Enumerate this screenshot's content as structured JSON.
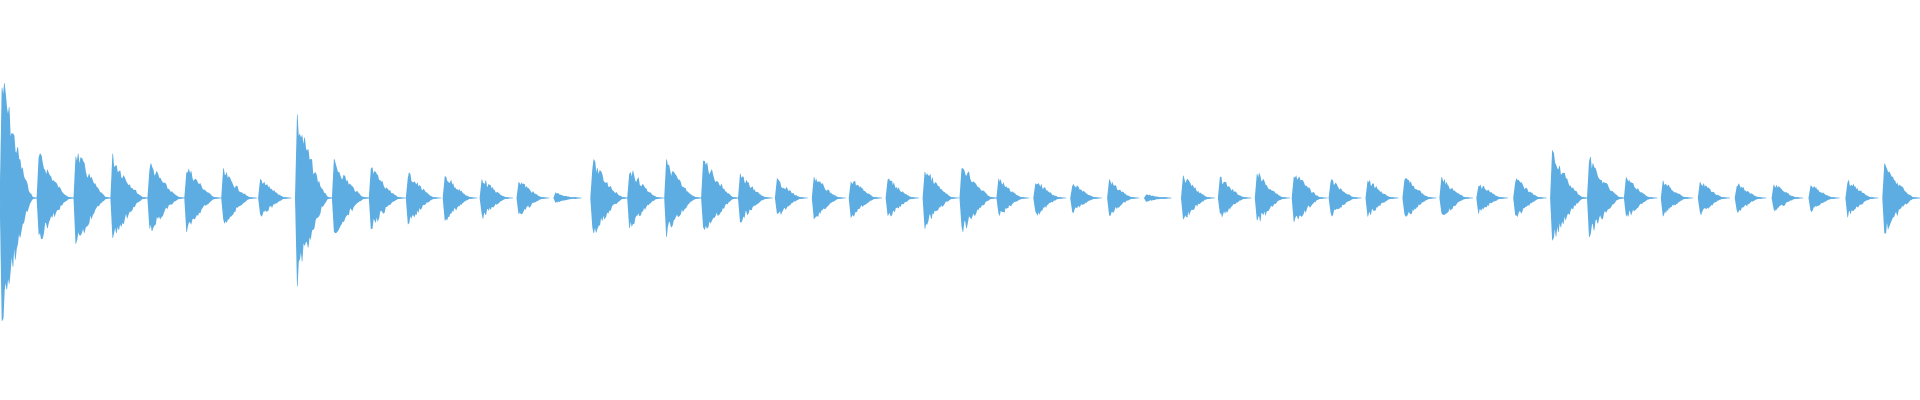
{
  "waveform": {
    "color": "#5DADE2",
    "background": "#ffffff",
    "transients": [
      {
        "amp": 0.72
      },
      {
        "amp": 0.26
      },
      {
        "amp": 0.29
      },
      {
        "amp": 0.25
      },
      {
        "amp": 0.21
      },
      {
        "amp": 0.19
      },
      {
        "amp": 0.16
      },
      {
        "amp": 0.12
      },
      {
        "amp": 0.48
      },
      {
        "amp": 0.22
      },
      {
        "amp": 0.18
      },
      {
        "amp": 0.15
      },
      {
        "amp": 0.14
      },
      {
        "amp": 0.12
      },
      {
        "amp": 0.11
      },
      {
        "amp": 0.03
      },
      {
        "amp": 0.22
      },
      {
        "amp": 0.18
      },
      {
        "amp": 0.21
      },
      {
        "amp": 0.24
      },
      {
        "amp": 0.14
      },
      {
        "amp": 0.11
      },
      {
        "amp": 0.13
      },
      {
        "amp": 0.12
      },
      {
        "amp": 0.12
      },
      {
        "amp": 0.17
      },
      {
        "amp": 0.21
      },
      {
        "amp": 0.11
      },
      {
        "amp": 0.11
      },
      {
        "amp": 0.09
      },
      {
        "amp": 0.1
      },
      {
        "amp": 0.02
      },
      {
        "amp": 0.13
      },
      {
        "amp": 0.12
      },
      {
        "amp": 0.15
      },
      {
        "amp": 0.16
      },
      {
        "amp": 0.11
      },
      {
        "amp": 0.11
      },
      {
        "amp": 0.13
      },
      {
        "amp": 0.12
      },
      {
        "amp": 0.09
      },
      {
        "amp": 0.12
      },
      {
        "amp": 0.26
      },
      {
        "amp": 0.24
      },
      {
        "amp": 0.12
      },
      {
        "amp": 0.1
      },
      {
        "amp": 0.1
      },
      {
        "amp": 0.09
      },
      {
        "amp": 0.09
      },
      {
        "amp": 0.08
      },
      {
        "amp": 0.11
      },
      {
        "amp": 0.2
      }
    ]
  }
}
